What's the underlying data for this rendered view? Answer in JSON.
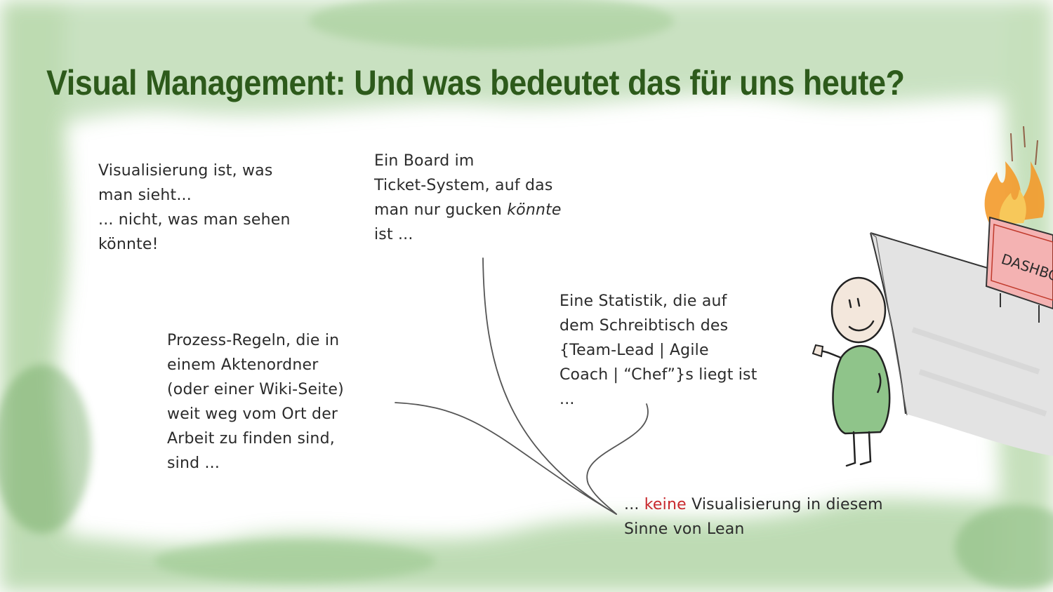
{
  "title": "Visual Management: Und was bedeutet das für uns heute?",
  "notes": {
    "visualisierung": {
      "lines": [
        "Visualisierung ist, was",
        "man sieht...",
        "... nicht, was man sehen",
        "könnte!"
      ]
    },
    "board": {
      "line1": "Ein Board im",
      "line2": "Ticket-System, auf das",
      "line3_a": "man nur gucken ",
      "line3_b": "könnte",
      "line4": "ist ..."
    },
    "prozess": {
      "lines": [
        "Prozess-Regeln, die in",
        "einem Aktenordner",
        "(oder einer Wiki-Seite)",
        "weit weg vom Ort der",
        "Arbeit zu finden sind,",
        "sind ..."
      ]
    },
    "statistik": {
      "lines": [
        "Eine Statistik, die auf",
        "dem Schreibtisch des",
        "{Team-Lead | Agile",
        "Coach | “Chef”}s liegt ist",
        "..."
      ]
    },
    "fazit": {
      "line1_a": "... ",
      "line1_b": "keine",
      "line1_c": " Visualisierung in diesem",
      "line2": "Sinne von Lean"
    }
  },
  "illustration": {
    "board_label": "DASHBOA",
    "icons": [
      "stick-figure-icon",
      "burning-dashboard-icon",
      "wall-icon"
    ]
  },
  "colors": {
    "title": "#2d5a1b",
    "text": "#2b2b2b",
    "accent_red": "#c8282d",
    "watercolor_green": "#a9cf9c",
    "figure_body": "#8fc48a"
  }
}
